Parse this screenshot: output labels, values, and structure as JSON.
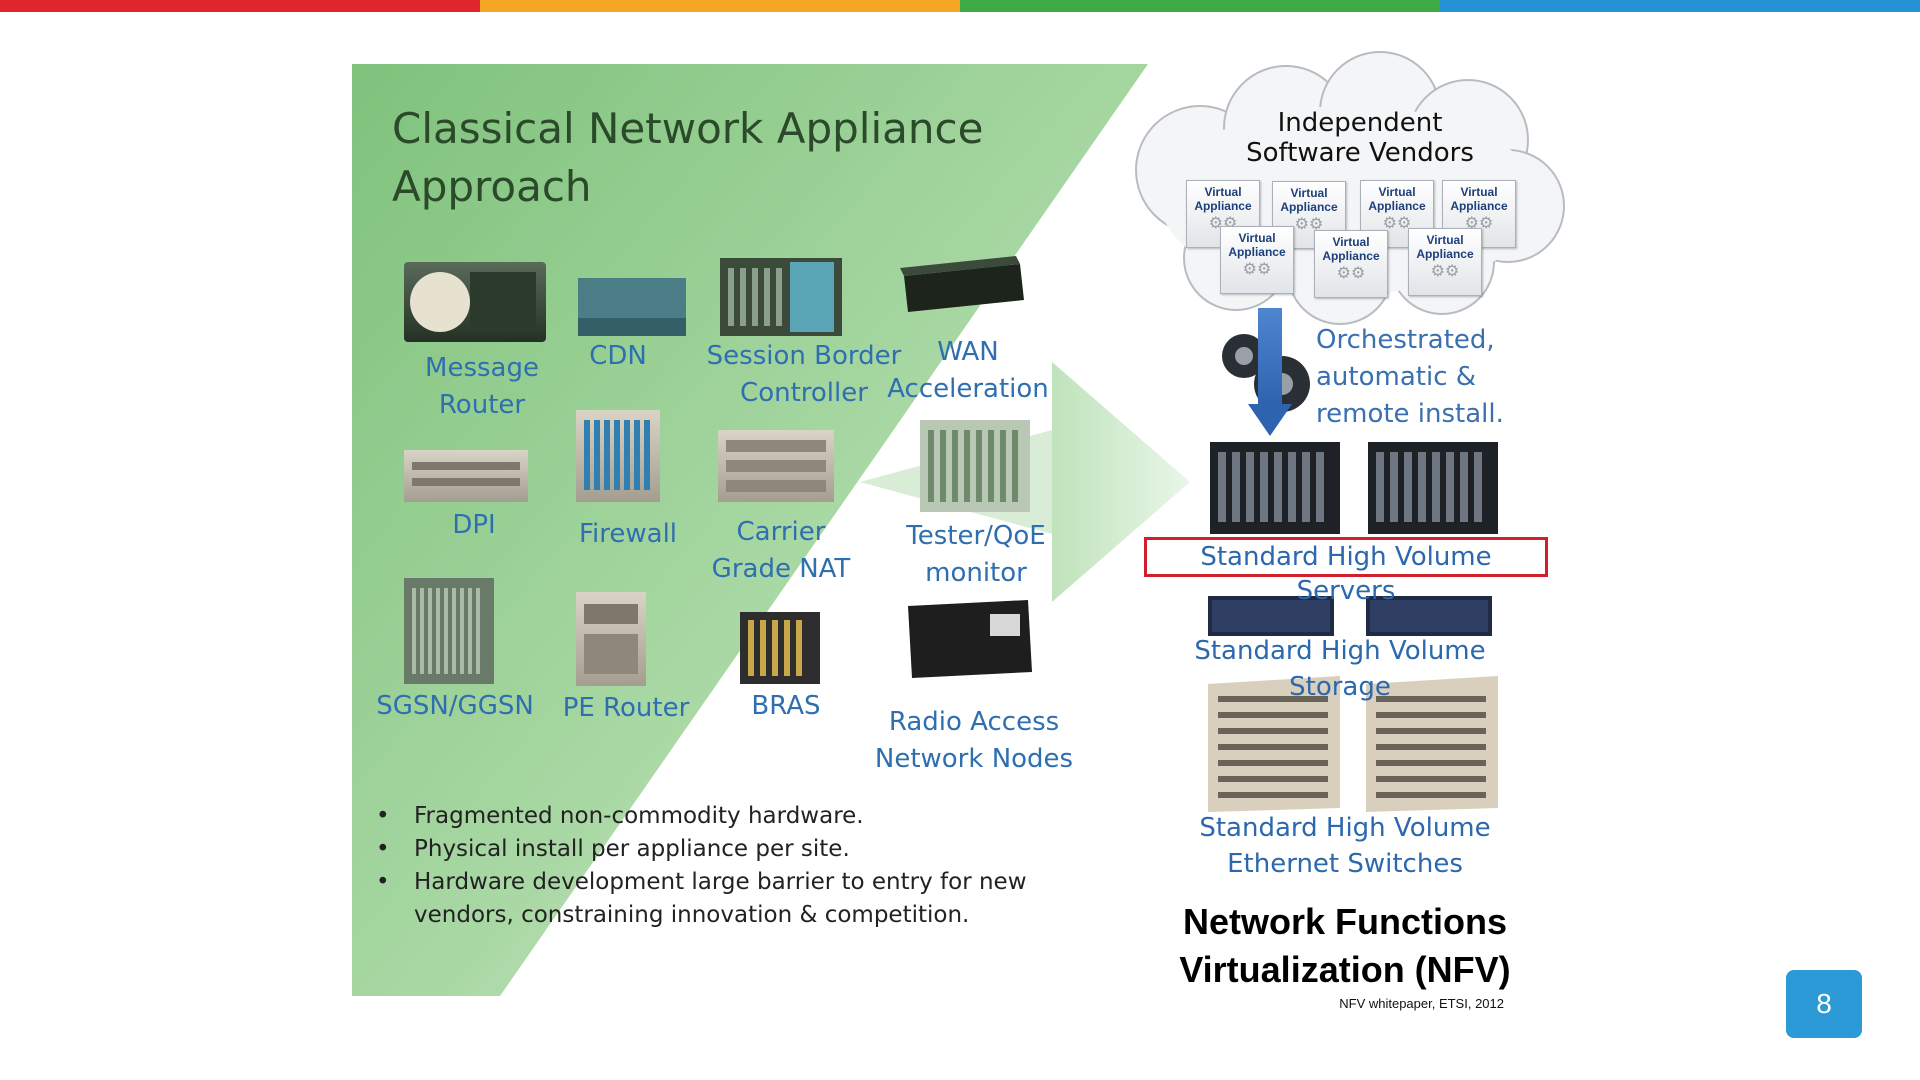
{
  "top_bar_colors": [
    "#e0262d",
    "#f5a623",
    "#3daa45",
    "#2492d6"
  ],
  "classical": {
    "title": "Classical Network Appliance\nApproach",
    "appliances": [
      {
        "id": "message-router",
        "label": "Message\nRouter"
      },
      {
        "id": "cdn",
        "label": "CDN"
      },
      {
        "id": "session-border-controller",
        "label": "Session Border\nController"
      },
      {
        "id": "wan-acceleration",
        "label": "WAN\nAcceleration"
      },
      {
        "id": "dpi",
        "label": "DPI"
      },
      {
        "id": "firewall",
        "label": "Firewall"
      },
      {
        "id": "carrier-grade-nat",
        "label": "Carrier\nGrade NAT"
      },
      {
        "id": "tester-qoe-monitor",
        "label": "Tester/QoE\nmonitor"
      },
      {
        "id": "sgsn-ggsn",
        "label": "SGSN/GGSN"
      },
      {
        "id": "pe-router",
        "label": "PE Router"
      },
      {
        "id": "bras",
        "label": "BRAS"
      },
      {
        "id": "radio-access-network-nodes",
        "label": "Radio Access\nNetwork Nodes"
      }
    ],
    "bullets": [
      "Fragmented non-commodity hardware.",
      "Physical install per appliance per site.",
      "Hardware development large barrier to entry for new vendors, constraining innovation & competition."
    ]
  },
  "nfv": {
    "cloud_title": "Independent\nSoftware Vendors",
    "virtual_appliance_line1": "Virtual",
    "virtual_appliance_line2": "Appliance",
    "orchestration_text": "Orchestrated,\nautomatic &\nremote install.",
    "servers_label": "Standard High Volume Servers",
    "storage_label": "Standard High Volume Storage",
    "switches_label": "Standard High Volume\nEthernet Switches",
    "title": "Network Functions\nVirtualization (NFV)",
    "citation": "NFV whitepaper, ETSI, 2012"
  },
  "page_number": "8",
  "colors": {
    "label_blue": "#2f6fb0",
    "highlight_red": "#d0202e",
    "panel_green": "#8fcb8c",
    "page_badge": "#2b9ad6"
  }
}
